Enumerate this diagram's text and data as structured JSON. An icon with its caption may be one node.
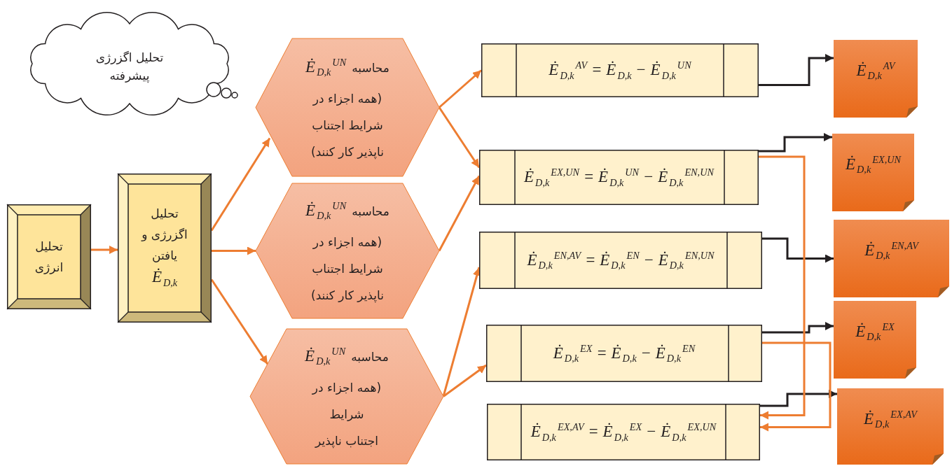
{
  "diagram": {
    "nodes": [
      {
        "text": [
          "تحلیل اگزرژی پیشرفته"
        ]
      },
      {
        "text": [
          "تحلیل انرژی"
        ]
      },
      {
        "text": [
          "تحلیل اگزرژی و یافتن",
          "Ė$_{D,k}$"
        ]
      },
      {
        "text": [
          "محاسبه",
          "Ė$_{D,k}$$^{UN}$",
          "(همه اجزاء در شرایط اجتناب ناپذیر کار کنند)"
        ]
      },
      {
        "text": [
          "محاسبه",
          "Ė$_{D,k}$$^{UN}$",
          "(همه اجزاء در شرایط اجتناب ناپذیر کار کنند)"
        ]
      },
      {
        "text": [
          "محاسبه",
          "Ė$_{D,k}$$^{UN}$",
          "(همه اجزاء در شرایط اجتناب ناپذیر"
        ]
      },
      {
        "text": [
          "Ė$_{D,k}$$^{AV}$ = Ė$_{D,k}$ − Ė$_{D,k}$$^{UN}$"
        ]
      },
      {
        "text": [
          "Ė$_{D,k}$$^{EX,UN}$ = Ė$_{D,k}$$^{UN}$ − Ė$_{D,k}$$^{EN,UN}$"
        ]
      },
      {
        "text": [
          "Ė$_{D,k}$$^{EN,AV}$ = Ė$_{D,k}$$^{EN}$ − Ė$_{D,k}$$^{EN,UN}$"
        ]
      },
      {
        "text": [
          "Ė$_{D,k}$$^{EX}$ = Ė$_{D,k}$ − Ė$_{D,k}$$^{EN}$"
        ]
      },
      {
        "text": [
          "Ė$_{D,k}$$^{EX,AV}$ = Ė$_{D,k}$$^{EX}$ − Ė$_{D,k}$$^{EX,UN}$"
        ]
      },
      {
        "text": [
          "Ė$_{D,k}$$^{AV}$"
        ]
      },
      {
        "text": [
          "Ė$_{D,k}$$^{EX,UN}$"
        ]
      },
      {
        "text": [
          "Ė$_{D,k}$$^{EN,AV}$"
        ]
      },
      {
        "text": [
          "Ė$_{D,k}$$^{EX}$"
        ]
      },
      {
        "text": [
          "Ė$_{D,k}$$^{EX,AV}$"
        ]
      }
    ],
    "edges": [
      {
        "from": 1,
        "to": 2,
        "arrow": "to"
      },
      {
        "from": 2,
        "to": 3,
        "arrow": "to"
      },
      {
        "from": 2,
        "to": 4,
        "arrow": "to"
      },
      {
        "from": 2,
        "to": 5,
        "arrow": "to"
      },
      {
        "from": 3,
        "to": 6,
        "arrow": "to"
      },
      {
        "from": 3,
        "to": 7,
        "arrow": "to"
      },
      {
        "from": 4,
        "to": 7,
        "arrow": "to"
      },
      {
        "from": 5,
        "to": 8,
        "arrow": "to"
      },
      {
        "from": 5,
        "to": 9,
        "arrow": "to"
      },
      {
        "from": 6,
        "to": 11,
        "arrow": "to",
        "color": "#231f20"
      },
      {
        "from": 7,
        "to": 12,
        "arrow": "to",
        "color": "#231f20"
      },
      {
        "from": 8,
        "to": 13,
        "arrow": "to",
        "color": "#231f20"
      },
      {
        "from": 9,
        "to": 14,
        "arrow": "to",
        "color": "#231f20"
      },
      {
        "from": 10,
        "to": 15,
        "arrow": "to",
        "color": "#231f20"
      },
      {
        "from": 7,
        "to": 10,
        "arrow": "to"
      },
      {
        "from": 9,
        "to": 10,
        "arrow": "to"
      }
    ]
  }
}
